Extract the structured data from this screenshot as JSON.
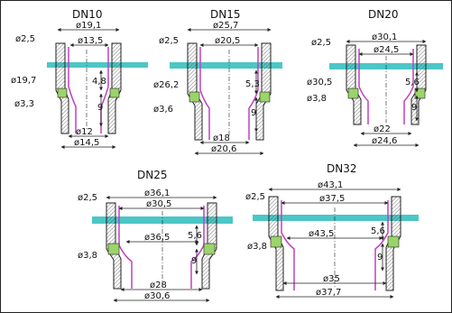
{
  "diagram": {
    "colors": {
      "outline": "#222222",
      "seal": "#c040c0",
      "pipe": "#4cc6c6",
      "fill": "#9bd46a",
      "hatch": "#555555"
    },
    "fittings": [
      {
        "title": "DN10",
        "top_outer": "ø19,1",
        "top_inner": "ø13,5",
        "left_top": "ø2,5",
        "left_mid": "ø19,7",
        "left_bot": "ø3,3",
        "v1": "4,8",
        "v2": "9",
        "bot_inner": "ø12",
        "bot_outer": "ø14,5"
      },
      {
        "title": "DN15",
        "top_outer": "ø25,7",
        "top_inner": "ø20,5",
        "left_top": "ø2,5",
        "left_mid": "ø26,2",
        "left_bot": "ø3,6",
        "v1": "5,3",
        "v2": "9",
        "bot_inner": "ø18",
        "bot_outer": "ø20,6"
      },
      {
        "title": "DN20",
        "top_outer": "ø30,1",
        "top_inner": "ø24,5",
        "left_top": "ø2,5",
        "left_mid": "ø30,5",
        "left_bot": "ø3,8",
        "v1": "5,6",
        "v2": "9",
        "bot_inner": "ø22",
        "bot_outer": "ø24,6"
      },
      {
        "title": "DN25",
        "top_outer": "ø36,1",
        "top_inner": "ø30,5",
        "left_top": "ø2,5",
        "mid_inner": "ø36,5",
        "left_bot": "ø3,8",
        "v1": "5,6",
        "v2": "9",
        "bot_inner": "ø28",
        "bot_outer": "ø30,6"
      },
      {
        "title": "DN32",
        "top_outer": "ø43,1",
        "top_inner": "ø37,5",
        "left_top": "ø2,5",
        "mid_inner": "ø43,5",
        "left_bot": "ø3,8",
        "v1": "5,6",
        "v2": "9",
        "bot_inner": "ø35",
        "bot_outer": "ø37,7"
      }
    ]
  }
}
